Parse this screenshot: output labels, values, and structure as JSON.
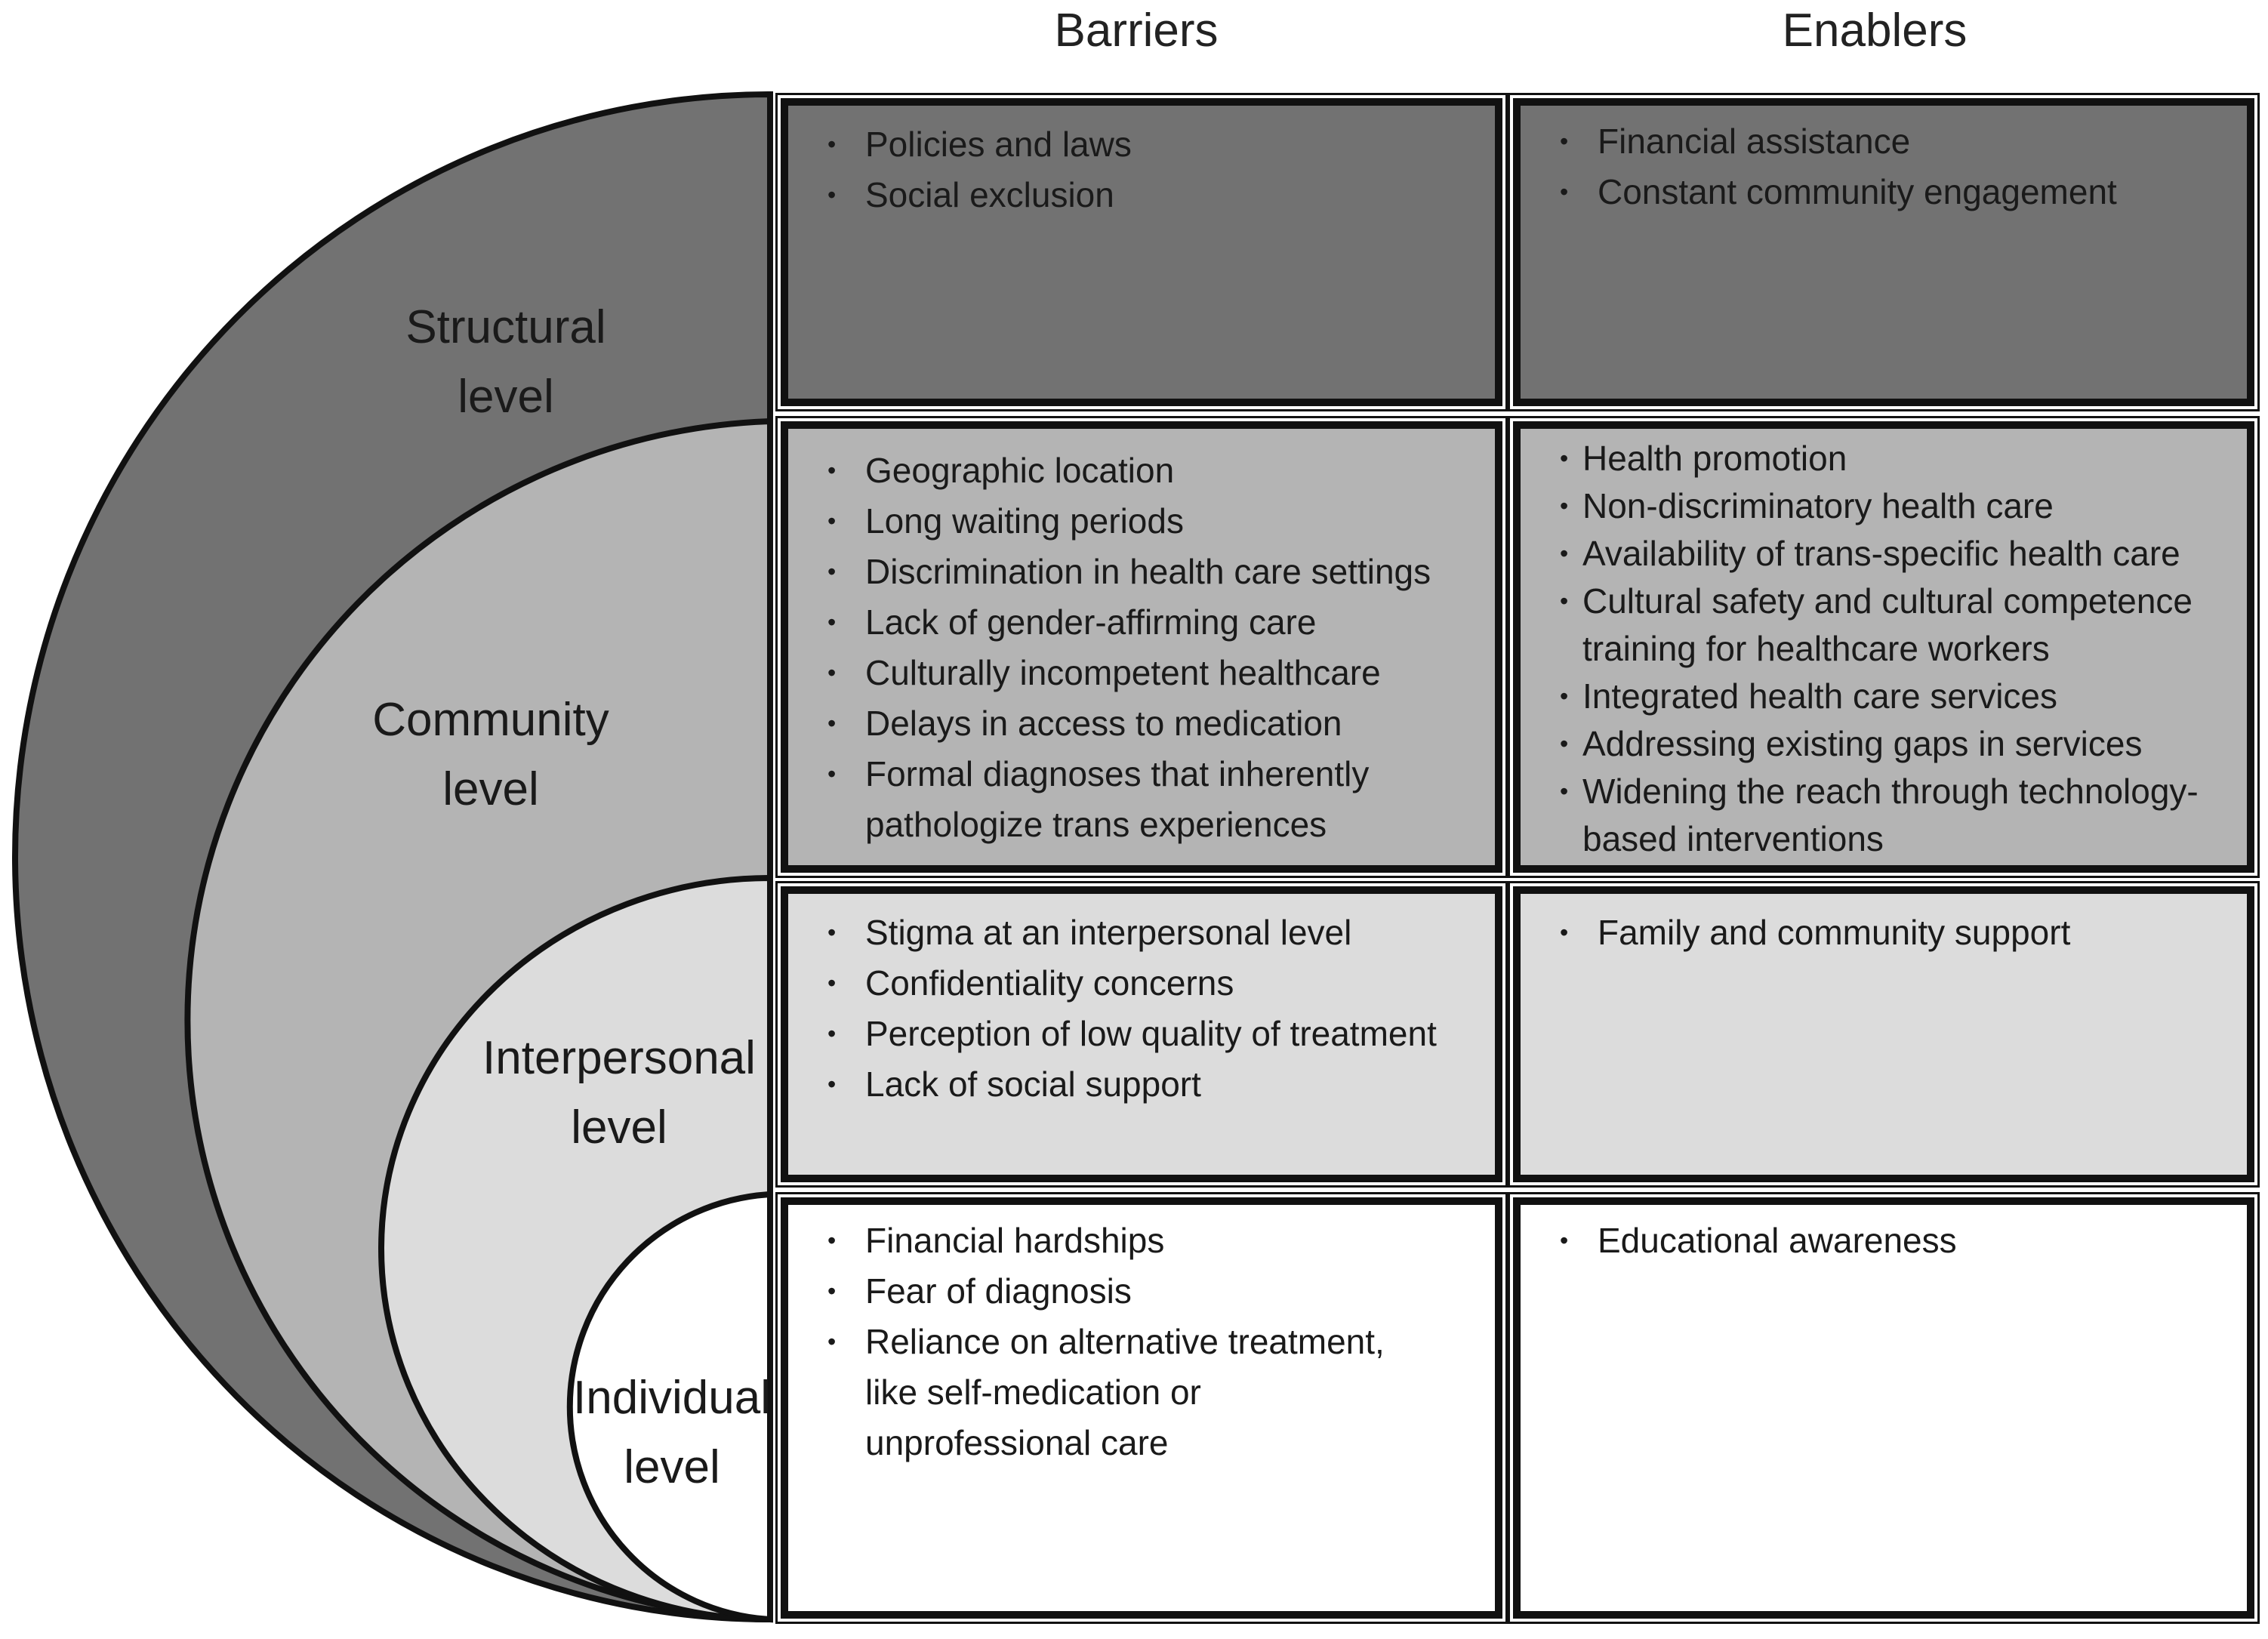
{
  "headers": {
    "barriers": "Barriers",
    "enablers": "Enablers"
  },
  "levels": [
    {
      "id": "structural",
      "label_line1": "Structural",
      "label_line2": "level",
      "fill": "#727272",
      "barriers": [
        "Policies and laws",
        "Social exclusion"
      ],
      "enablers": [
        "Financial assistance",
        "Constant community engagement"
      ]
    },
    {
      "id": "community",
      "label_line1": "Community",
      "label_line2": "level",
      "fill": "#b4b4b4",
      "barriers": [
        "Geographic location",
        "Long waiting periods",
        "Discrimination in health care settings",
        "Lack of gender-affirming care",
        "Culturally incompetent healthcare",
        "Delays in access to medication",
        "Formal diagnoses that inherently pathologize trans experiences"
      ],
      "enablers": [
        "Health promotion",
        "Non-discriminatory health care",
        "Availability of trans-specific health care",
        "Cultural safety and cultural competence training for healthcare workers",
        "Integrated health care services",
        "Addressing existing gaps in services",
        "Widening the reach through technology-based interventions"
      ]
    },
    {
      "id": "interpersonal",
      "label_line1": "Interpersonal",
      "label_line2": "level",
      "fill": "#dcdcdc",
      "barriers": [
        "Stigma at an interpersonal level",
        "Confidentiality concerns",
        "Perception of low quality of treatment",
        "Lack of social support"
      ],
      "enablers": [
        "Family and community support"
      ]
    },
    {
      "id": "individual",
      "label_line1": "Individual",
      "label_line2": "level",
      "fill": "#ffffff",
      "barriers": [
        "Financial hardships",
        "Fear of diagnosis",
        "Reliance on alternative treatment, like self-medication or unprofessional care"
      ],
      "enablers": [
        "Educational awareness"
      ]
    }
  ]
}
